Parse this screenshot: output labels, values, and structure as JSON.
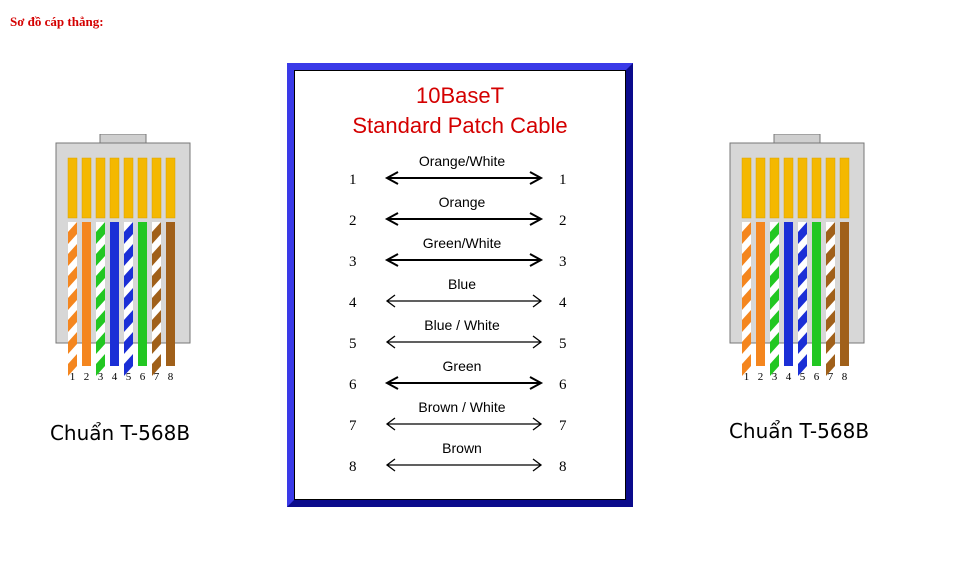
{
  "heading": "Sơ đồ cáp thẳng:",
  "panel": {
    "title_line1": "10BaseT",
    "title_line2": "Standard Patch Cable",
    "rows": [
      {
        "pin_left": "1",
        "wire": "Orange/White",
        "pin_right": "1"
      },
      {
        "pin_left": "2",
        "wire": "Orange",
        "pin_right": "2"
      },
      {
        "pin_left": "3",
        "wire": "Green/White",
        "pin_right": "3"
      },
      {
        "pin_left": "4",
        "wire": "Blue",
        "pin_right": "4"
      },
      {
        "pin_left": "5",
        "wire": "Blue / White",
        "pin_right": "5"
      },
      {
        "pin_left": "6",
        "wire": "Green",
        "pin_right": "6"
      },
      {
        "pin_left": "7",
        "wire": "Brown / White",
        "pin_right": "7"
      },
      {
        "pin_left": "8",
        "wire": "Brown",
        "pin_right": "8"
      }
    ]
  },
  "left_connector": {
    "standard_label": "Chuẩn T-568B",
    "pin_numbers": [
      "1",
      "2",
      "3",
      "4",
      "5",
      "6",
      "7",
      "8"
    ]
  },
  "right_connector": {
    "standard_label": "Chuẩn T-568B",
    "pin_numbers": [
      "1",
      "2",
      "3",
      "4",
      "5",
      "6",
      "7",
      "8"
    ]
  },
  "wire_colors": [
    {
      "base": "#f4861f",
      "striped": true
    },
    {
      "base": "#f4861f",
      "striped": false
    },
    {
      "base": "#22c722",
      "striped": true
    },
    {
      "base": "#1b2fd6",
      "striped": false
    },
    {
      "base": "#1b2fd6",
      "striped": true
    },
    {
      "base": "#22c722",
      "striped": false
    },
    {
      "base": "#a0601a",
      "striped": true
    },
    {
      "base": "#a0601a",
      "striped": false
    }
  ],
  "colors": {
    "heading": "#d40000",
    "panel_border": "#0b0b8c",
    "contact_gold": "#f4b800",
    "connector_body": "#d7d7d7"
  }
}
